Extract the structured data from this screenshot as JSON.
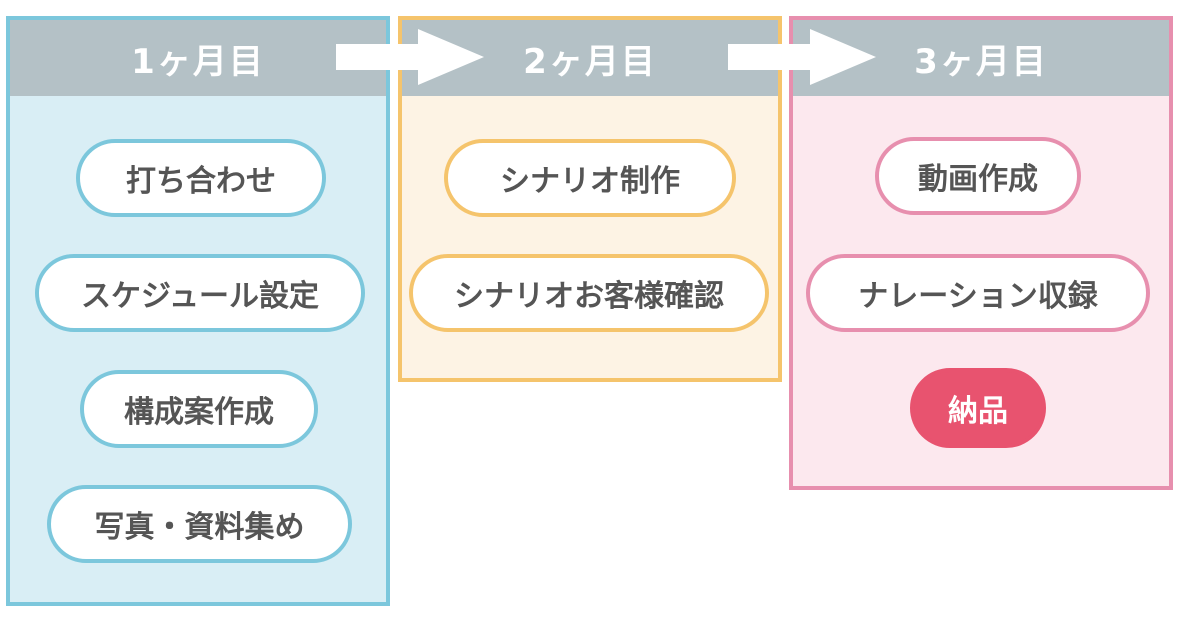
{
  "columns": [
    {
      "title": "1ヶ月目",
      "bg": "#d9eef5",
      "border": "#7cc7dc",
      "items": [
        "打ち合わせ",
        "スケジュール設定",
        "構成案作成",
        "写真・資料集め"
      ]
    },
    {
      "title": "2ヶ月目",
      "bg": "#fdf3e4",
      "border": "#f5c46c",
      "items": [
        "シナリオ制作",
        "シナリオお客様確認"
      ]
    },
    {
      "title": "3ヶ月目",
      "bg": "#fce8ee",
      "border": "#e78fae",
      "items": [
        "動画作成",
        "ナレーション収録",
        "納品"
      ]
    }
  ],
  "colors": {
    "header": "#b4c1c6",
    "header_text": "#ffffff",
    "pill_text": "#555555",
    "highlight_fill": "#e8536f",
    "arrow": "#ffffff"
  }
}
